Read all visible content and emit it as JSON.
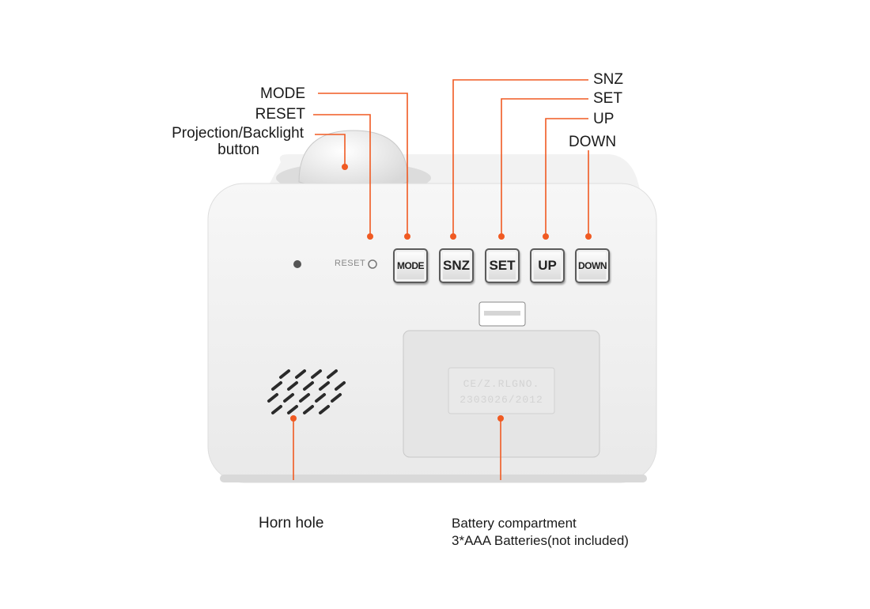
{
  "colors": {
    "accent": "#f05a22",
    "body": "#f0f0f0",
    "panel": "#e6e6e6"
  },
  "labels": {
    "mode": "MODE",
    "reset": "RESET",
    "projection_line1": "Projection/Backlight",
    "projection_line2": "button",
    "snz": "SNZ",
    "set": "SET",
    "up": "UP",
    "down": "DOWN",
    "horn": "Horn hole",
    "battery_line1": "Battery compartment",
    "battery_line2": "3*AAA Batteries(not included)"
  },
  "device": {
    "reset_text": "RESET",
    "buttons": [
      "MODE",
      "SNZ",
      "SET",
      "UP",
      "DOWN"
    ],
    "stamp_line1": "CE/Z.RLGNO.",
    "stamp_line2": "2303026/2012"
  }
}
